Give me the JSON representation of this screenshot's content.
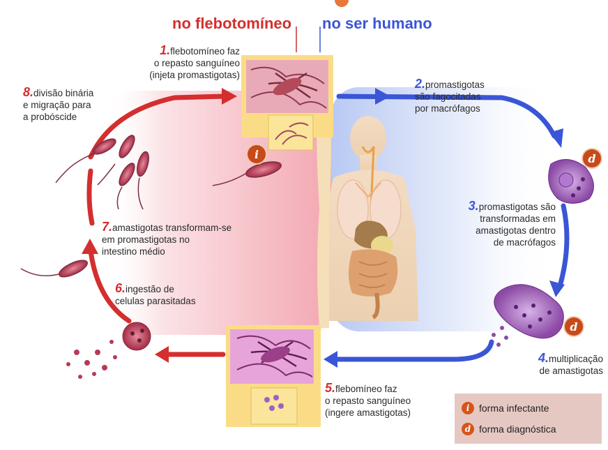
{
  "headers": {
    "vector": "no flebotomíneo",
    "human": "no ser humano"
  },
  "steps": [
    {
      "num": "1.",
      "text": "flebotomíneo faz\no repasto sanguíneo\n(injeta promastigotas)"
    },
    {
      "num": "2.",
      "text": "promastigotas\nsão fagocitadas\npor macrófagos"
    },
    {
      "num": "3.",
      "text": "promastigotas são\ntransformadas em\namastigotas dentro\nde macrófagos"
    },
    {
      "num": "4.",
      "text": "multiplicação\nde amastigotas"
    },
    {
      "num": "5.",
      "text": "flebomíneo faz\no repasto sanguíneo\n(ingere amastigotas)"
    },
    {
      "num": "6.",
      "text": "ingestão de\ncelulas parasitadas"
    },
    {
      "num": "7.",
      "text": "amastigotas transformam-se\nem promastigotas no\nintestino médio"
    },
    {
      "num": "8.",
      "text": "divisão binária\ne migração para\na probóscide"
    }
  ],
  "legend": {
    "infective_symbol": "i",
    "infective_label": "forma infectante",
    "diagnostic_symbol": "d",
    "diagnostic_label": "forma diagnóstica"
  },
  "colors": {
    "vector_red": "#d42e2e",
    "human_blue": "#3a55d6",
    "badge_orange": "#c64a1a",
    "legend_bg": "#e6c8c3"
  }
}
